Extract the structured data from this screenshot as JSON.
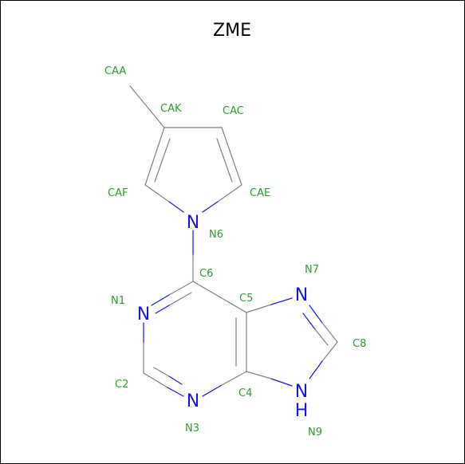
{
  "title": "ZME",
  "colors": {
    "carbon_bond": "#808080",
    "nitrogen": "#1515e6",
    "atom_label": "#2e9a2e",
    "frame": "#000000"
  },
  "atom_labels": {
    "CAA": "CAA",
    "CAK": "CAK",
    "CAC": "CAC",
    "CAF": "CAF",
    "CAE": "CAE",
    "N6": "N6",
    "C6": "C6",
    "N7": "N7",
    "N1": "N1",
    "C5": "C5",
    "C8": "C8",
    "C2": "C2",
    "C4": "C4",
    "N3": "N3",
    "N9": "N9"
  },
  "element_symbols": {
    "N6": "N",
    "N1": "N",
    "N7": "N",
    "N3": "N",
    "N9": "N",
    "H9": "H"
  }
}
